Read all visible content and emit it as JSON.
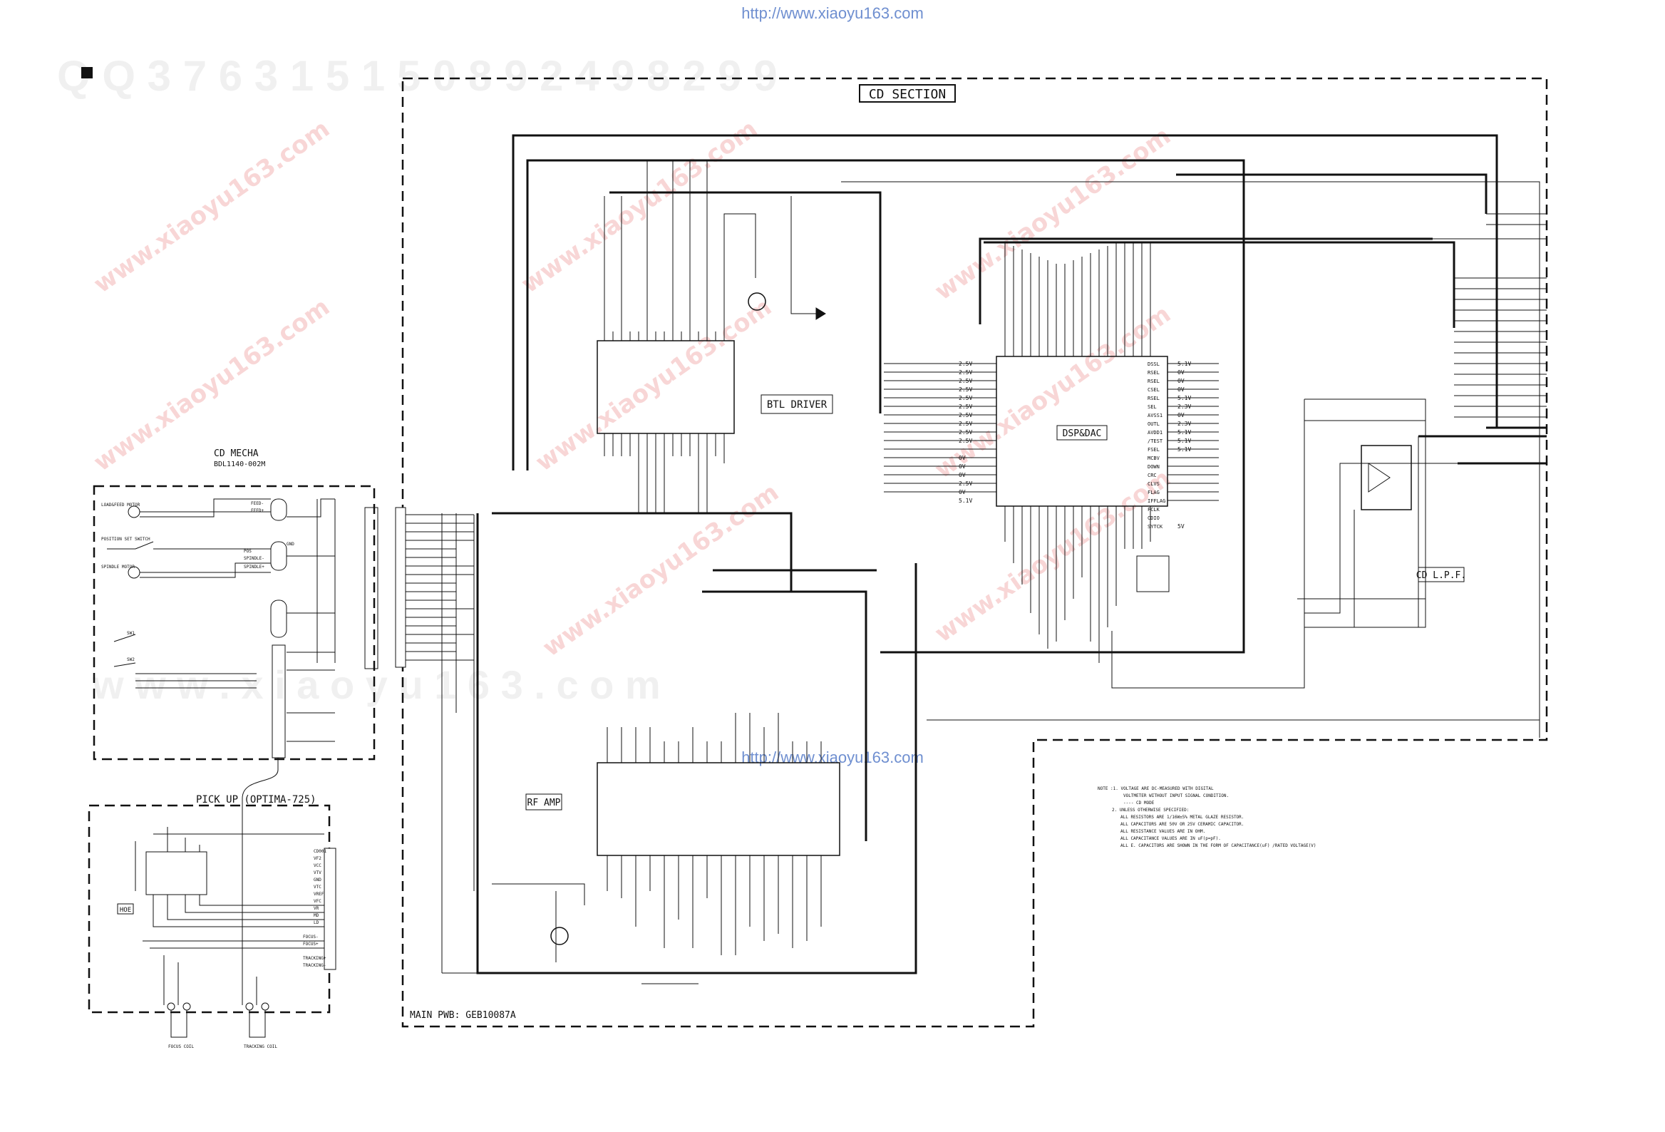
{
  "header_url": "http://www.xiaoyu163.com",
  "footer_url": "http://www.xiaoyu163.com",
  "watermark_top": "Q Q 3 7 6 3 1 5 1 5 0          8 9 2 4 9 8 2 9 9",
  "watermark_bottom": "w w w . x i a o y u 1 6 3 . c o m",
  "watermark_red": "www.xiaoyu163.com",
  "section_title": "CD SECTION",
  "main_pwb": "MAIN PWB: GEB10087A",
  "cd_mecha": {
    "title": "CD  MECHA",
    "model": "BDL1140-002M"
  },
  "pickup_title": "PICK UP  (OPTIMA-725)",
  "blocks": {
    "btl_driver": "BTL DRIVER",
    "dsp_dac": "DSP&DAC",
    "rf_amp": "RF AMP",
    "cd_lpf": "CD L.P.F.",
    "hoe": "HOE"
  },
  "coils": {
    "focus": "FOCUS COIL",
    "tracking": "TRACKING COIL"
  },
  "mecha_labels": {
    "loading_motor": "LOAD&FEED MOTOR",
    "position_switch": "POSITION SET SWITCH",
    "spindle_motor": "SPINDLE MOTOR",
    "sw1": "SW1",
    "sw2": "SW2",
    "feed_minus": "FEED-",
    "feed_plus": "FEED+",
    "gnd": "GND",
    "pos": "POS",
    "spindle_minus": "SPINDLE-",
    "spindle_plus": "SPINDLE+"
  },
  "pickup_pins": [
    "CD001",
    "VF2",
    "VCC",
    "VTV",
    "GND",
    "VTC",
    "VREF",
    "VFC",
    "VR",
    "MD",
    "LD",
    "FOCUS-",
    "FOCUS+",
    "TRACKING+",
    "TRACKING-"
  ],
  "dsp_left_pins": [
    "2.5V",
    "2.5V",
    "2.5V",
    "2.5V",
    "2.5V",
    "2.5V",
    "2.5V",
    "2.5V",
    "2.5V",
    "2.5V",
    "0V",
    "0V",
    "0V",
    "2.5V",
    "0V",
    "5.1V"
  ],
  "dsp_right_pins": [
    "DSSL",
    "RSEL",
    "RSEL",
    "CSEL",
    "RSEL",
    "SEL",
    "AVSS1",
    "OUTL",
    "AVDD1",
    "/TEST",
    "FSEL",
    "MCBV",
    "DOWN",
    "CRC",
    "CLVS",
    "FLAG",
    "IFFLAG",
    "FCLK",
    "CDIO",
    "SYTCK"
  ],
  "dsp_right_volts": [
    "5.1V",
    "0V",
    "0V",
    "0V",
    "5.1V",
    "2.3V",
    "0V",
    "2.3V",
    "5.1V",
    "5.1V",
    "5.1V",
    "",
    "",
    "",
    "",
    "",
    "",
    "",
    "",
    "5V"
  ],
  "notes": [
    "NOTE :1. VOLTAGE ARE DC-MEASURED WITH DIGITAL",
    "VOLTMETER WITHOUT INPUT SIGNAL CONDITION.",
    "---- CD MODE",
    "2. UNLESS OTHERWISE SPECIFIED:",
    "ALL RESISTORS ARE 1/16W±5% METAL GLAZE RESISTOR.",
    "ALL CAPACITORS ARE 50V OR 25V CERAMIC CAPACITOR.",
    "ALL RESISTANCE VALUES ARE IN OHM.",
    "ALL CAPACITANCE VALUES ARE IN uF(p=pF).",
    "ALL E. CAPACITORS ARE SHOWN IN THE FORM OF CAPACITANCE(uF) /RATED VOLTAGE(V)"
  ]
}
